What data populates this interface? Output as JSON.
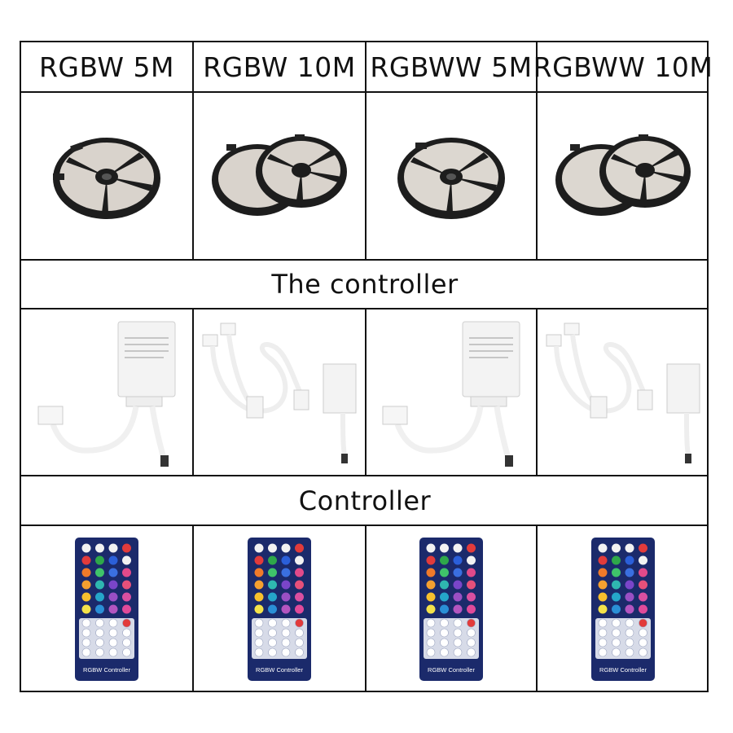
{
  "headers": [
    "RGBW 5M",
    "RGBW 10M",
    "RGBWW 5M",
    "RGBWW 10M"
  ],
  "section_controller_box": "The controller",
  "section_remote": "Controller",
  "remote_brand_label": "RGBW  Controller",
  "colors": {
    "border": "#111111",
    "remote_body": "#1b2a6b",
    "reel": "#222222",
    "strip_white": "#e8e4df"
  }
}
